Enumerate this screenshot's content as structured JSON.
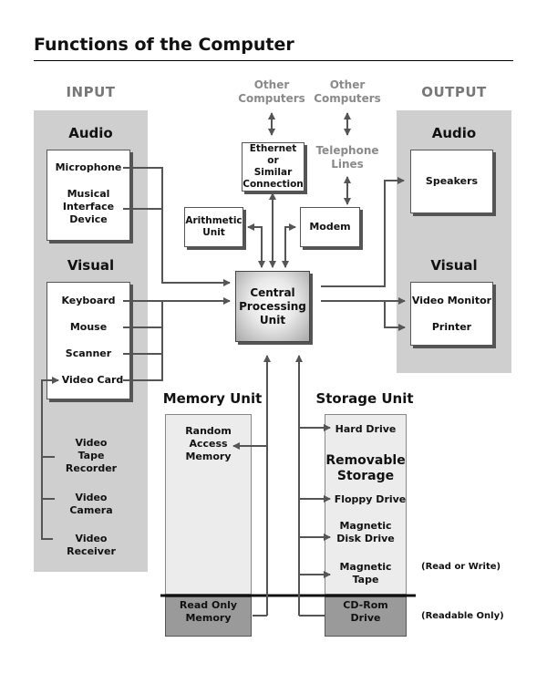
{
  "title": "Functions of the Computer",
  "input": {
    "header": "INPUT",
    "audio_title": "Audio",
    "audio_items": [
      "Microphone",
      "Musical\nInterface\nDevice"
    ],
    "visual_title": "Visual",
    "visual_items": [
      "Keyboard",
      "Mouse",
      "Scanner",
      "Video Card"
    ],
    "video_sources": [
      "Video\nTape\nRecorder",
      "Video\nCamera",
      "Video\nReceiver"
    ]
  },
  "output": {
    "header": "OUTPUT",
    "audio_title": "Audio",
    "audio_items": [
      "Speakers"
    ],
    "visual_title": "Visual",
    "visual_items": [
      "Video Monitor",
      "Printer"
    ]
  },
  "network": {
    "other_computers_1": "Other\nComputers",
    "other_computers_2": "Other\nComputers",
    "telephone_lines": "Telephone\nLines",
    "ethernet": "Ethernet or\nSimilar\nConnection",
    "modem": "Modem",
    "arithmetic": "Arithmetic\nUnit"
  },
  "cpu": "Central\nProcessing\nUnit",
  "memory": {
    "title": "Memory Unit",
    "ram": "Random\nAccess\nMemory",
    "rom": "Read Only\nMemory"
  },
  "storage": {
    "title": "Storage Unit",
    "hard_drive": "Hard Drive",
    "removable_title": "Removable\nStorage",
    "floppy": "Floppy Drive",
    "magnetic_disk": "Magnetic\nDisk Drive",
    "magnetic_tape": "Magnetic\nTape",
    "cdrom": "CD-Rom\nDrive"
  },
  "notes": {
    "read_write": "(Read or Write)",
    "readable_only": "(Readable Only)"
  }
}
